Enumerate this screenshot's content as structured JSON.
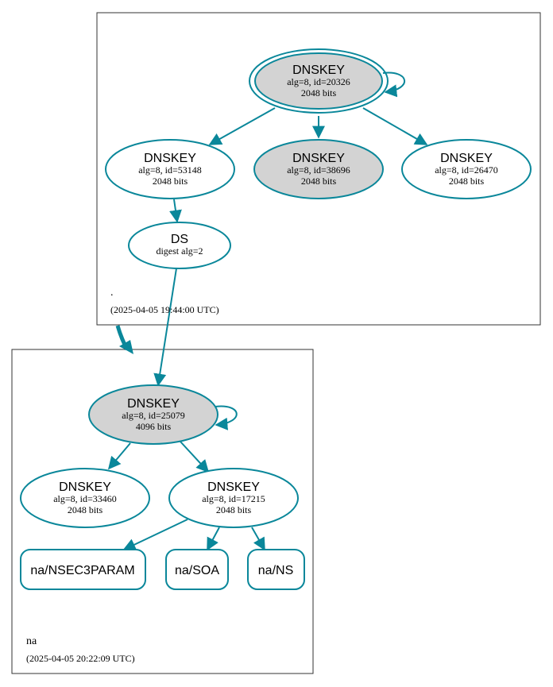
{
  "colors": {
    "edge": "#0a879a",
    "node_fill_key": "#d3d3d3",
    "node_fill": "#ffffff",
    "zone_border": "#333333"
  },
  "zones": {
    "root": {
      "name": ".",
      "timestamp": "(2025-04-05 19:44:00 UTC)"
    },
    "na": {
      "name": "na",
      "timestamp": "(2025-04-05 20:22:09 UTC)"
    }
  },
  "nodes": {
    "root_ksk": {
      "title": "DNSKEY",
      "line1": "alg=8, id=20326",
      "line2": "2048 bits"
    },
    "root_zsk1": {
      "title": "DNSKEY",
      "line1": "alg=8, id=53148",
      "line2": "2048 bits"
    },
    "root_zsk2": {
      "title": "DNSKEY",
      "line1": "alg=8, id=38696",
      "line2": "2048 bits"
    },
    "root_zsk3": {
      "title": "DNSKEY",
      "line1": "alg=8, id=26470",
      "line2": "2048 bits"
    },
    "na_ds": {
      "title": "DS",
      "line1": "digest alg=2"
    },
    "na_ksk": {
      "title": "DNSKEY",
      "line1": "alg=8, id=25079",
      "line2": "4096 bits"
    },
    "na_zsk1": {
      "title": "DNSKEY",
      "line1": "alg=8, id=33460",
      "line2": "2048 bits"
    },
    "na_zsk2": {
      "title": "DNSKEY",
      "line1": "alg=8, id=17215",
      "line2": "2048 bits"
    },
    "rr_nsec3param": {
      "title": "na/NSEC3PARAM"
    },
    "rr_soa": {
      "title": "na/SOA"
    },
    "rr_ns": {
      "title": "na/NS"
    }
  }
}
